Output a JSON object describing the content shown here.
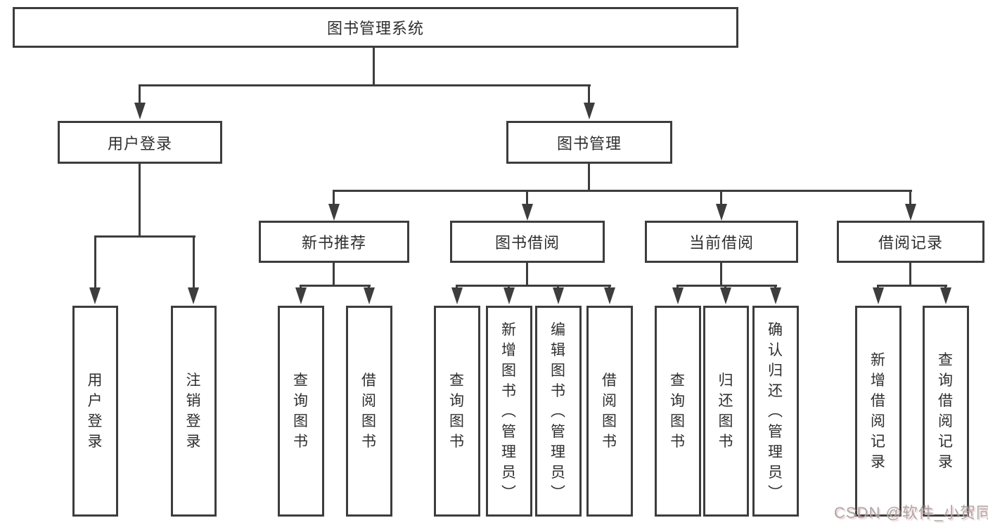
{
  "diagram": {
    "root": {
      "label": "图书管理系统"
    },
    "branches": {
      "user_login": {
        "label": "用户登录",
        "children": [
          {
            "label": "用户登录"
          },
          {
            "label": "注销登录"
          }
        ]
      },
      "book_management": {
        "label": "图书管理",
        "children": [
          {
            "label": "新书推荐",
            "children": [
              {
                "label": "查询图书"
              },
              {
                "label": "借阅图书"
              }
            ]
          },
          {
            "label": "图书借阅",
            "children": [
              {
                "label": "查询图书"
              },
              {
                "label": "新增图书（管理员）"
              },
              {
                "label": "编辑图书（管理员）"
              },
              {
                "label": "借阅图书"
              }
            ]
          },
          {
            "label": "当前借阅",
            "children": [
              {
                "label": "查询图书"
              },
              {
                "label": "归还图书"
              },
              {
                "label": "确认归还（管理员）"
              }
            ]
          },
          {
            "label": "借阅记录",
            "children": [
              {
                "label": "新增借阅记录"
              },
              {
                "label": "查询借阅记录"
              }
            ]
          }
        ]
      }
    }
  },
  "watermark": {
    "text": "CSDN @软件_小贺同学"
  },
  "colors": {
    "line": "#3d3d3d",
    "text": "#2f2f2f",
    "watermark": "#a8a8a8",
    "background": "#ffffff"
  }
}
